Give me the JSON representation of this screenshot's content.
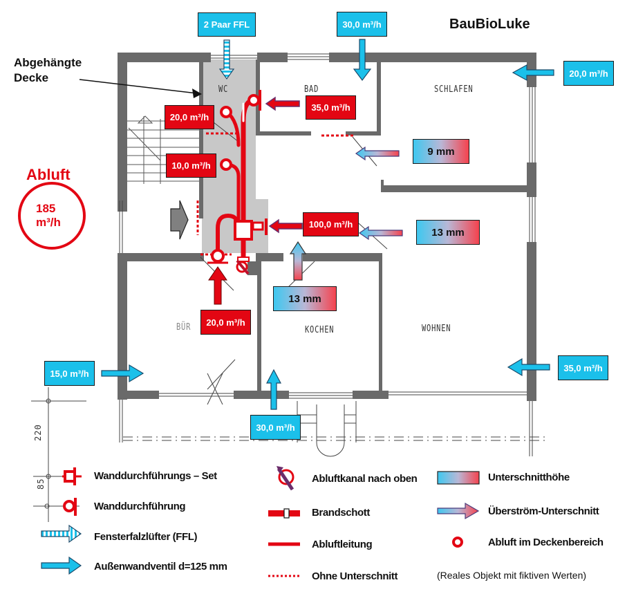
{
  "title": "BauBioLuke",
  "annotation": {
    "line1": "Abgehängte",
    "line2": "Decke"
  },
  "total_exhaust": {
    "heading": "Abluft",
    "value": "185",
    "unit": "m³/h"
  },
  "rooms": {
    "wc": "WC",
    "bad": "BAD",
    "schlafen": "SCHLAFEN",
    "buero": "BÜR",
    "kochen": "KOCHEN",
    "wohnen": "WOHNEN"
  },
  "supply_labels": {
    "ffl": "2 Paar FFL",
    "bad_top": "30,0 m³/h",
    "schlafen": "20,0 m³/h",
    "buero": "15,0 m³/h",
    "kochen": "30,0 m³/h",
    "wohnen": "35,0 m³/h"
  },
  "exhaust_labels": {
    "wc_upper": "20,0 m³/h",
    "bad": "35,0 m³/h",
    "stair": "10,0 m³/h",
    "kochen": "100,0 m³/h",
    "buero": "20,0 m³/h"
  },
  "undercut_labels": {
    "schlafen": "9 mm",
    "wohnen": "13 mm",
    "kochen": "13 mm"
  },
  "dimensions": {
    "d1": "220",
    "d2": "85"
  },
  "legend": {
    "left": [
      {
        "icon": "wall-penetration-set-icon",
        "label": "Wanddurchführungs – Set"
      },
      {
        "icon": "wall-penetration-icon",
        "label": "Wanddurchführung"
      },
      {
        "icon": "window-vent-arrow-icon",
        "label": "Fensterfalzlüfter  (FFL)"
      },
      {
        "icon": "outer-wall-valve-arrow-icon",
        "label": "Außenwandventil d=125 mm"
      }
    ],
    "middle": [
      {
        "icon": "exhaust-duct-up-icon",
        "label": "Abluftkanal nach oben"
      },
      {
        "icon": "fire-damper-icon",
        "label": "Brandschott"
      },
      {
        "icon": "exhaust-line-icon",
        "label": "Abluftleitung"
      },
      {
        "icon": "no-undercut-dotted-icon",
        "label": "Ohne Unterschnitt"
      }
    ],
    "right": [
      {
        "icon": "undercut-height-gradient-icon",
        "label": "Unterschnitthöhe"
      },
      {
        "icon": "overflow-undercut-arrow-icon",
        "label": "Überström-Unterschnitt"
      },
      {
        "icon": "ceiling-exhaust-ring-icon",
        "label": "Abluft im Deckenbereich"
      }
    ],
    "note": "(Reales Objekt mit fiktiven Werten)"
  },
  "colors": {
    "supply_blue": "#1bc0ea",
    "exhaust_red": "#e30613",
    "wall_gray": "#6a6a6a",
    "ceiling_gray": "#c8c8c8",
    "purple_arrow": "#6b2d6b"
  }
}
